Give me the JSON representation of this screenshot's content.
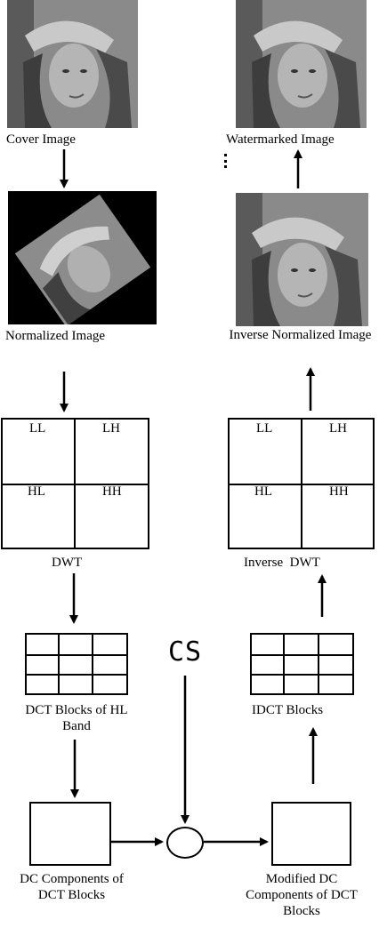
{
  "left_column": {
    "cover_image": {
      "label": "Cover Image"
    },
    "normalized_image": {
      "label": "Normalized Image"
    },
    "dwt": {
      "label": "DWT",
      "bands": [
        "LL",
        "LH",
        "HL",
        "HH"
      ]
    },
    "dct_blocks": {
      "label": "DCT Blocks of HL Band"
    },
    "dc_components": {
      "label": "DC Components of DCT Blocks"
    }
  },
  "center": {
    "key_label": "CS"
  },
  "right_column": {
    "watermarked_image": {
      "label": "Watermarked Image"
    },
    "inverse_normalized_image": {
      "label": "Inverse Normalized Image"
    },
    "inverse_dwt": {
      "label": "Inverse  DWT",
      "bands": [
        "LL",
        "LH",
        "HL",
        "HH"
      ]
    },
    "idct_blocks": {
      "label": "IDCT Blocks"
    },
    "modified_dc": {
      "label": "Modified DC Components  of DCT Blocks"
    }
  }
}
